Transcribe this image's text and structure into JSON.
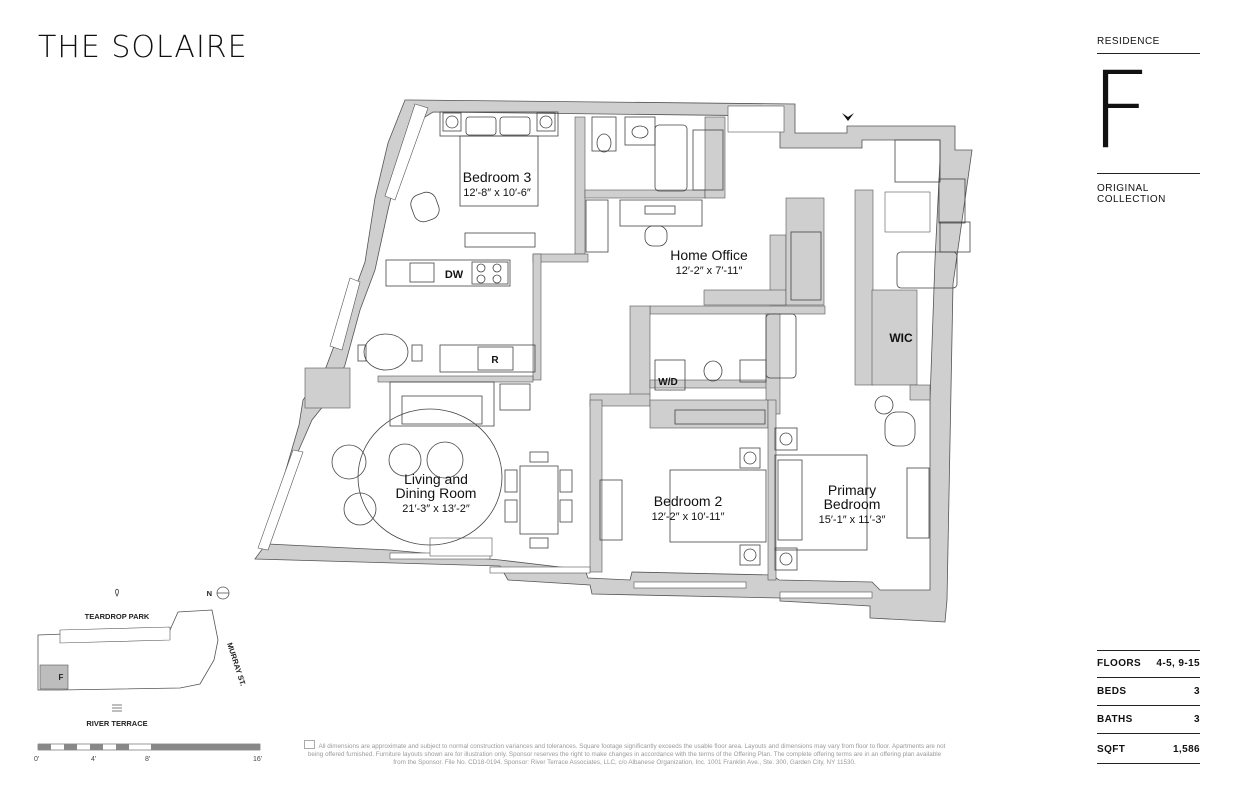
{
  "brand": {
    "logo_text": "THE SOLAIRE"
  },
  "residence": {
    "label": "RESIDENCE",
    "letter": "F",
    "collection": "ORIGINAL COLLECTION"
  },
  "stats": [
    {
      "label": "FLOORS",
      "value": "4-5, 9-15"
    },
    {
      "label": "BEDS",
      "value": "3"
    },
    {
      "label": "BATHS",
      "value": "3"
    },
    {
      "label": "SQFT",
      "value": "1,586"
    }
  ],
  "rooms": {
    "bedroom3": {
      "name": "Bedroom 3",
      "dims": "12′-8″ x 10′-6″"
    },
    "home_office": {
      "name": "Home Office",
      "dims": "12′-2″ x 7′-11″"
    },
    "living": {
      "name_line1": "Living and",
      "name_line2": "Dining Room",
      "dims": "21′-3″ x 13′-2″"
    },
    "bedroom2": {
      "name": "Bedroom 2",
      "dims": "12′-2″ x 10′-11″"
    },
    "primary": {
      "name_line1": "Primary",
      "name_line2": "Bedroom",
      "dims": "15′-1″ x 11′-3″"
    },
    "wic": "WIC",
    "dw": "DW",
    "refrigerator": "R",
    "washer_dryer": "W/D"
  },
  "key_map": {
    "north_label": "N",
    "park": "TEARDROP PARK",
    "street": "MURRAY ST.",
    "terrace": "RIVER TERRACE",
    "unit": "F"
  },
  "scale": {
    "labels": [
      "0'",
      "4'",
      "8'",
      "16'"
    ]
  },
  "disclaimer": "All dimensions are approximate and subject to normal construction variances and tolerances. Square footage significantly exceeds the usable floor area. Layouts and dimensions may vary from floor to floor. Apartments are not being offered furnished. Furniture layouts shown are for illustration only. Sponsor reserves the right to make changes in accordance with the terms of the Offering Plan. The complete offering terms are in an offering plan available from the Sponsor. File No. CD18-0194. Sponsor: River Terrace Associates, LLC, c/o Albanese Organization, Inc. 1001 Franklin Ave., Ste. 300, Garden City, NY 11530."
}
